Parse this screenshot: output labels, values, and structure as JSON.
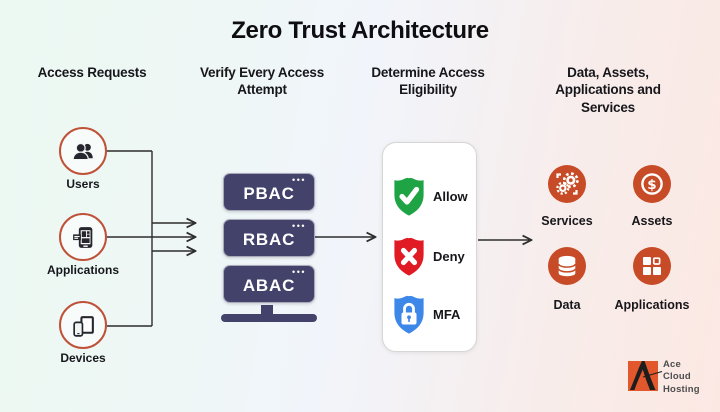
{
  "title": "Zero Trust Architecture",
  "columns": [
    {
      "header": "Access Requests"
    },
    {
      "header": "Verify Every Access Attempt"
    },
    {
      "header": "Determine Access Eligibility"
    },
    {
      "header": "Data, Assets, Applications and Services"
    }
  ],
  "access_requests": {
    "items": [
      {
        "label": "Users",
        "icon": "users-icon"
      },
      {
        "label": "Applications",
        "icon": "mobile-apps-icon"
      },
      {
        "label": "Devices",
        "icon": "devices-icon"
      }
    ]
  },
  "verify": {
    "methods": [
      {
        "label": "PBAC"
      },
      {
        "label": "RBAC"
      },
      {
        "label": "ABAC"
      }
    ],
    "dots": "•••"
  },
  "eligibility": {
    "outcomes": [
      {
        "label": "Allow",
        "icon": "check-shield-icon",
        "color": "#1ea345"
      },
      {
        "label": "Deny",
        "icon": "x-shield-icon",
        "color": "#e01b24"
      },
      {
        "label": "MFA",
        "icon": "lock-shield-icon",
        "color": "#3d87e8"
      }
    ]
  },
  "resources": {
    "items": [
      {
        "label": "Services",
        "icon": "gears-icon"
      },
      {
        "label": "Assets",
        "icon": "dollar-icon"
      },
      {
        "label": "Data",
        "icon": "database-icon"
      },
      {
        "label": "Applications",
        "icon": "app-grid-icon"
      }
    ]
  },
  "logo": {
    "lines": [
      "Ace",
      "Cloud",
      "Hosting"
    ]
  },
  "colors": {
    "background_left": "#ecf8f2",
    "background_right": "#fce8e3",
    "source_circle_border": "#bf5138",
    "policy_box": "#43426a",
    "resource_circle": "#c64b26",
    "allow_green": "#1ea345",
    "deny_red": "#e01b24",
    "mfa_blue": "#3d87e8",
    "connector": "#2d2d2d",
    "logo_orange": "#e2572b"
  }
}
